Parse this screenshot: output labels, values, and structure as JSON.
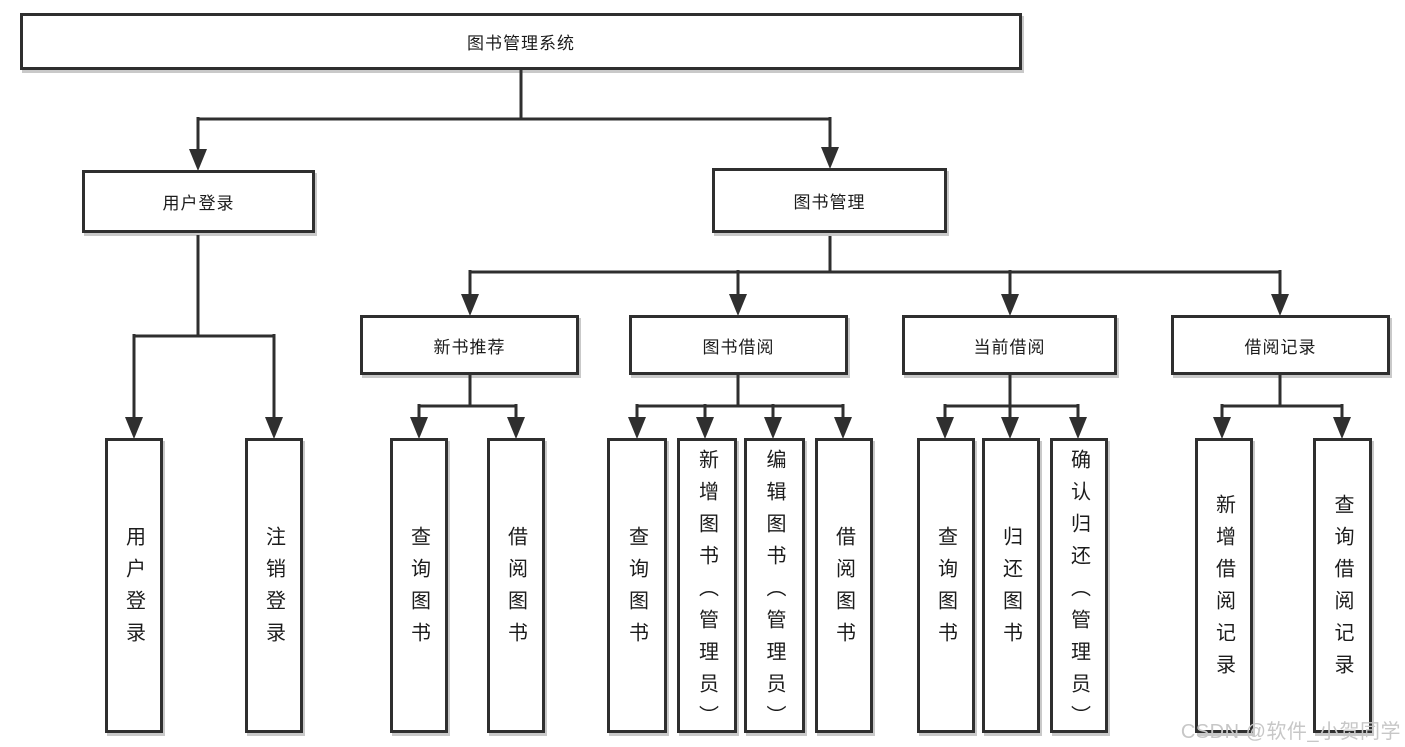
{
  "watermark": {
    "text": "CSDN @软件_小贺同学"
  },
  "colors": {
    "line": "#2f2f2f",
    "box_background": "#ffffff",
    "text": "#1c1c1c",
    "watermark": "#c7c7c7"
  },
  "tree": {
    "root": {
      "label": "图书管理系统"
    },
    "level1": [
      {
        "label": "用户登录",
        "children": [
          {
            "label": "用户登录"
          },
          {
            "label": "注销登录"
          }
        ]
      },
      {
        "label": "图书管理",
        "children": [
          {
            "label": "新书推荐",
            "children": [
              {
                "label": "查询图书"
              },
              {
                "label": "借阅图书"
              }
            ]
          },
          {
            "label": "图书借阅",
            "children": [
              {
                "label": "查询图书"
              },
              {
                "label": "新增图书（管理员）"
              },
              {
                "label": "编辑图书（管理员）"
              },
              {
                "label": "借阅图书"
              }
            ]
          },
          {
            "label": "当前借阅",
            "children": [
              {
                "label": "查询图书"
              },
              {
                "label": "归还图书"
              },
              {
                "label": "确认归还（管理员）"
              }
            ]
          },
          {
            "label": "借阅记录",
            "children": [
              {
                "label": "新增借阅记录"
              },
              {
                "label": "查询借阅记录"
              }
            ]
          }
        ]
      }
    ]
  }
}
